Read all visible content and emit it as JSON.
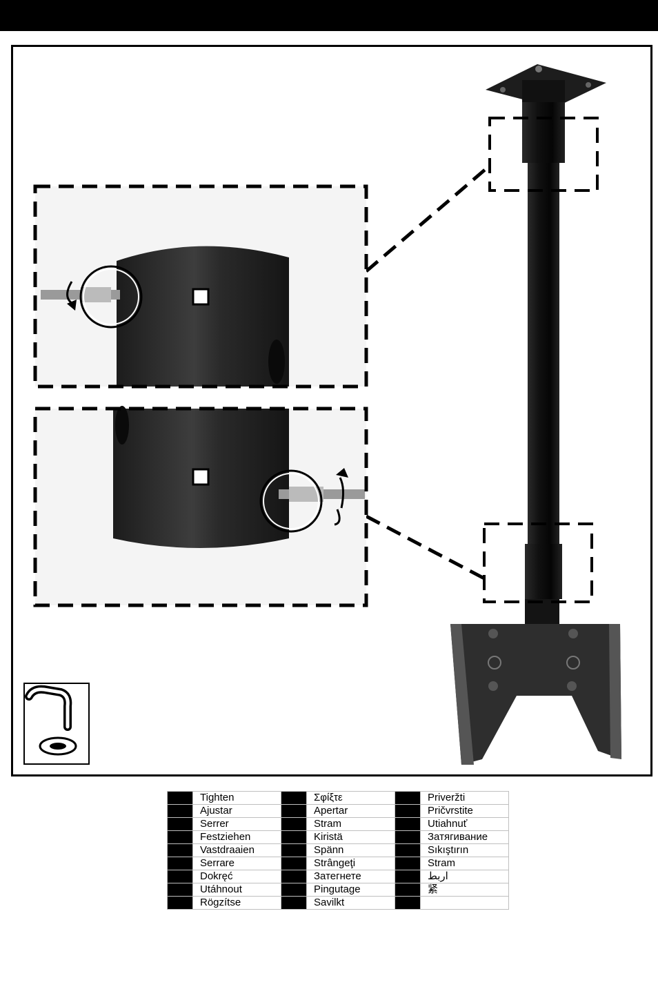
{
  "icons": {
    "wrench": "hex-key-icon",
    "rotate": "rotation-arrow-icon"
  },
  "colors": {
    "ink": "#000000",
    "pole": "#1a1a1a",
    "frame": "#000000"
  },
  "table": {
    "rows": [
      [
        {
          "text": "Tighten"
        },
        {
          "text": "Σφίξτε"
        },
        {
          "text": "Priveržti"
        }
      ],
      [
        {
          "text": "Ajustar"
        },
        {
          "text": "Apertar"
        },
        {
          "text": "Pričvrstite"
        }
      ],
      [
        {
          "text": "Serrer"
        },
        {
          "text": "Stram"
        },
        {
          "text": "Utiahnuť"
        }
      ],
      [
        {
          "text": "Festziehen"
        },
        {
          "text": "Kiristä"
        },
        {
          "text": "Затягивание"
        }
      ],
      [
        {
          "text": "Vastdraaien"
        },
        {
          "text": "Spänn"
        },
        {
          "text": "Sıkıştırın"
        }
      ],
      [
        {
          "text": "Serrare"
        },
        {
          "text": "Strângeţi"
        },
        {
          "text": "Stram"
        }
      ],
      [
        {
          "text": "Dokręć"
        },
        {
          "text": "Затегнете"
        },
        {
          "text": "اربط"
        }
      ],
      [
        {
          "text": "Utáhnout"
        },
        {
          "text": "Pingutage"
        },
        {
          "text": "紧"
        }
      ],
      [
        {
          "text": "Rögzítse"
        },
        {
          "text": "Savilkt"
        },
        {
          "text": ""
        }
      ]
    ]
  }
}
